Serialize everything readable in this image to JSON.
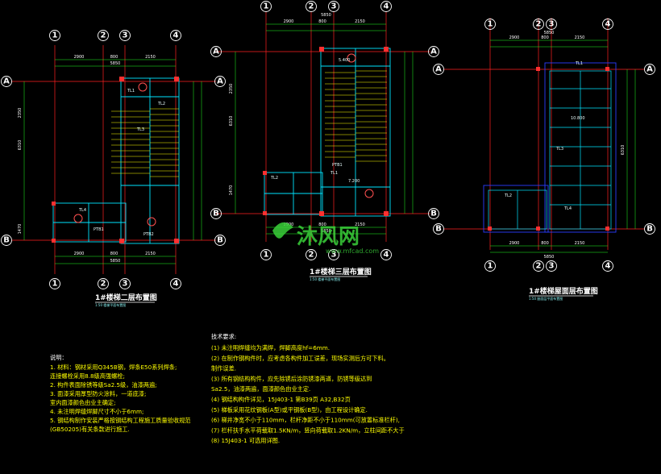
{
  "plans": [
    {
      "title": "1#楼梯二层布置图",
      "subtitle": "1:50 楼梯平面布置图",
      "top_dims": [
        "2900",
        "800",
        "2150"
      ],
      "bottom_dims": [
        "2900",
        "800",
        "2150"
      ],
      "total_dim": "5850",
      "left_dims": [
        "1470",
        "6310",
        "2350"
      ],
      "axes_top": [
        "1",
        "2",
        "3",
        "4"
      ],
      "axes_side": [
        "A",
        "B"
      ],
      "labels": [
        "TL1",
        "TL2",
        "TL3",
        "TL4",
        "PTB1",
        "PTB2"
      ]
    },
    {
      "title": "1#楼梯三层布置图",
      "subtitle": "1:50 楼梯平面布置图",
      "top_dims": [
        "2900",
        "800",
        "2150"
      ],
      "bottom_dims": [
        "2900",
        "800",
        "2150"
      ],
      "total_dim": "5850",
      "left_dims": [
        "1470",
        "6310",
        "2350"
      ],
      "axes_top": [
        "1",
        "2",
        "3",
        "4"
      ],
      "axes_side": [
        "A",
        "B"
      ],
      "labels": [
        "5.400",
        "7.200",
        "TL1",
        "TL2",
        "PTB1"
      ]
    },
    {
      "title": "1#楼梯屋面层布置图",
      "subtitle": "1:50 屋面层平面布置图",
      "top_dims": [
        "2900",
        "800",
        "2150"
      ],
      "bottom_dims": [
        "2900",
        "800",
        "2150"
      ],
      "total_dim": "5850",
      "left_dims": [
        "6310"
      ],
      "axes_top": [
        "1",
        "2",
        "3",
        "4"
      ],
      "axes_side": [
        "A",
        "B"
      ],
      "labels": [
        "10.800",
        "TL1",
        "TL2",
        "TL3",
        "TL4"
      ]
    }
  ],
  "notes_left": {
    "heading": "说明：",
    "items": [
      "1. 材料：钢材采用Q345B钢，焊条E50系列焊条;",
      "   连接螺栓采用8.8级高强螺栓;",
      "2. 构件表面除锈等级Sa2.5级，油漆两遍;",
      "3. 面漆采用厚型防火涂料，一道底漆;",
      "   室内面漆颜色由业主确定;",
      "4. 未注明焊缝焊脚尺寸不小于6mm;",
      "5. 钢结构制作安装严格按钢结构工程施工质量验收规范",
      "   (GB50205)有关条款进行施工."
    ]
  },
  "notes_right": {
    "heading": "技术要求:",
    "items": [
      "(1)  未注明焊缝均为满焊，焊脚高度hf=6mm.",
      "(2)  在制作钢构件时，应考虑各构件加工误差，现场实测后方可下料。",
      "     制作误差.",
      "(3)  所有钢结构构件，应先除锈后涂防锈漆两道，防锈等级达到",
      "     Sa2.5，油漆两遍，面漆颜色由业主定.",
      "(4)  钢结构构件详见，15J403-1 第B39页 A32,B32页",
      "(5)  梯板采用花纹钢板(A型)或平钢板(B型)，由工程设计确定.",
      "(6)  梯井净宽不小于110mm，栏杆净距不小于110mm(可放置标准栏杆),",
      "(7)  栏杆扶手水平荷载取1.5KN/m，竖向荷载取1.2KN/m，立柱间距不大于",
      "(8)  15J403-1 可选用详图."
    ]
  },
  "watermark": {
    "brand": "沐风网",
    "url": "www.mfcad.com"
  },
  "colors": {
    "axis_red": "#ff2020",
    "cyan": "#00e5ff",
    "yellow": "#ffff00",
    "blue": "#2b3cff",
    "green": "#22ff22",
    "white": "#ffffff"
  }
}
